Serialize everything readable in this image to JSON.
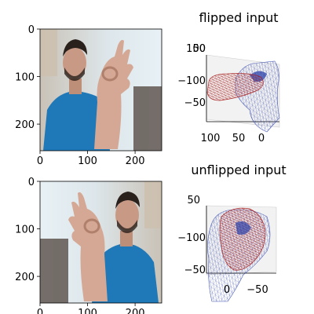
{
  "figure": {
    "panels": [
      {
        "id": "top",
        "image": {
          "xticks": [
            "0",
            "100",
            "200"
          ],
          "yticks": [
            "0",
            "100",
            "200"
          ],
          "xlim": [
            0,
            256
          ],
          "ylim": [
            256,
            0
          ]
        },
        "plot3d": {
          "title": "flipped input",
          "x_ticks": [
            "100",
            "50",
            "0"
          ],
          "y_ticks": [
            "−100",
            "−50"
          ],
          "z_ticks": [
            "100",
            "50"
          ],
          "extra_tick": "0"
        }
      },
      {
        "id": "bottom",
        "image": {
          "xticks": [
            "0",
            "100",
            "200"
          ],
          "yticks": [
            "0",
            "100",
            "200"
          ],
          "xlim": [
            0,
            256
          ],
          "ylim": [
            256,
            0
          ]
        },
        "plot3d": {
          "title": "unflipped input",
          "x_ticks": [
            "0",
            "−50"
          ],
          "y_ticks": [
            "−100",
            "−50"
          ],
          "z_ticks": [
            "50"
          ],
          "extra_tick": "0"
        }
      }
    ]
  },
  "chart_data": [
    {
      "type": "image",
      "title": "",
      "xticks": [
        0,
        100,
        200
      ],
      "yticks": [
        0,
        100,
        200
      ],
      "xlim": [
        0,
        256
      ],
      "ylim": [
        256,
        0
      ]
    },
    {
      "type": "scatter",
      "subtype": "3d-mesh",
      "title": "flipped input",
      "x_ticks": [
        100,
        50,
        0
      ],
      "y_ticks": [
        -100,
        -50
      ],
      "z_ticks": [
        100,
        50
      ],
      "series": []
    },
    {
      "type": "image",
      "title": "",
      "xticks": [
        0,
        100,
        200
      ],
      "yticks": [
        0,
        100,
        200
      ],
      "xlim": [
        0,
        256
      ],
      "ylim": [
        256,
        0
      ]
    },
    {
      "type": "scatter",
      "subtype": "3d-mesh",
      "title": "unflipped input",
      "x_ticks": [
        0,
        -50
      ],
      "y_ticks": [
        -100,
        -50
      ],
      "z_ticks": [
        50
      ],
      "series": []
    }
  ],
  "colors": {
    "mesh_blue": "#2b3fa8",
    "mesh_red": "#a81e1e",
    "pane": "#f2f2f2",
    "skin": "#c89a86",
    "shirt": "#1f78b8",
    "wall": "#d8e2e6",
    "hair": "#2a211c"
  }
}
